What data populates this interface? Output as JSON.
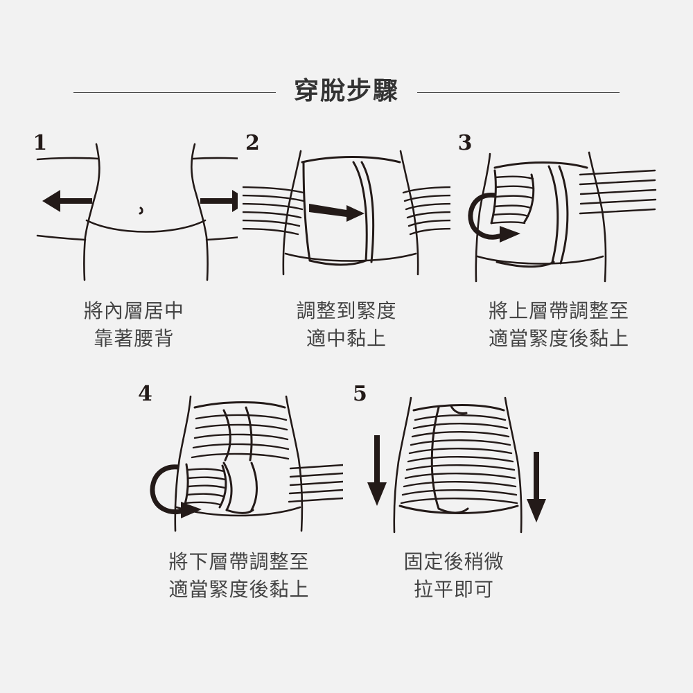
{
  "header": {
    "title": "穿脫步驟"
  },
  "steps": [
    {
      "number": "1",
      "figure": "torso-center-inner-layer",
      "caption_line1": "將內層居中",
      "caption_line2": "靠著腰背"
    },
    {
      "number": "2",
      "figure": "inner-layer-pull-right",
      "caption_line1": "調整到緊度",
      "caption_line2": "適中黏上"
    },
    {
      "number": "3",
      "figure": "upper-strap-wrap",
      "caption_line1": "將上層帶調整至",
      "caption_line2": "適當緊度後黏上"
    },
    {
      "number": "4",
      "figure": "lower-strap-wrap",
      "caption_line1": "將下層帶調整至",
      "caption_line2": "適當緊度後黏上"
    },
    {
      "number": "5",
      "figure": "finished-smooth-down",
      "caption_line1": "固定後稍微",
      "caption_line2": "拉平即可"
    }
  ],
  "colors": {
    "background": "#f2f2f2",
    "ink": "#231a18",
    "text": "#444444",
    "rule": "#4a4a4a"
  }
}
